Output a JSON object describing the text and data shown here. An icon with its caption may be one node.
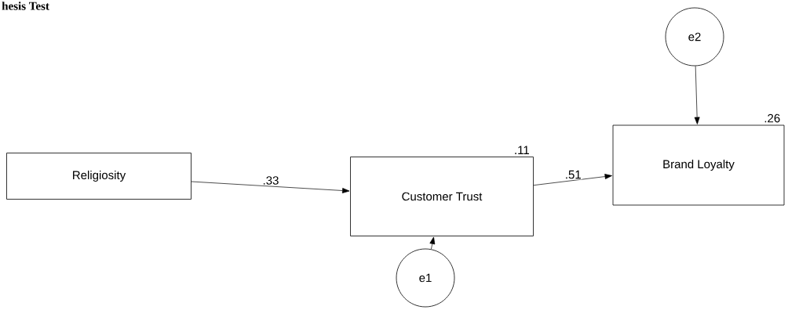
{
  "diagram": {
    "nodes": [
      {
        "text": [
          "e2"
        ]
      },
      {
        "text": [
          "Religiosity"
        ]
      },
      {
        "text": [
          "Customer Trust"
        ],
        "beside": [
          ".11"
        ]
      },
      {
        "text": [
          "Brand Loyalty"
        ],
        "beside": [
          ".26"
        ]
      },
      {
        "text": [
          "e1"
        ]
      }
    ],
    "edges": [
      {
        "from": 1,
        "to": 2,
        "arrow": "to",
        "label": ".33"
      },
      {
        "from": 2,
        "to": 3,
        "arrow": "to",
        "label": ".51"
      },
      {
        "from": 0,
        "to": 3,
        "arrow": "to"
      },
      {
        "from": 4,
        "to": 2,
        "arrow": "to"
      }
    ],
    "labels": [
      "hesis Test"
    ]
  }
}
